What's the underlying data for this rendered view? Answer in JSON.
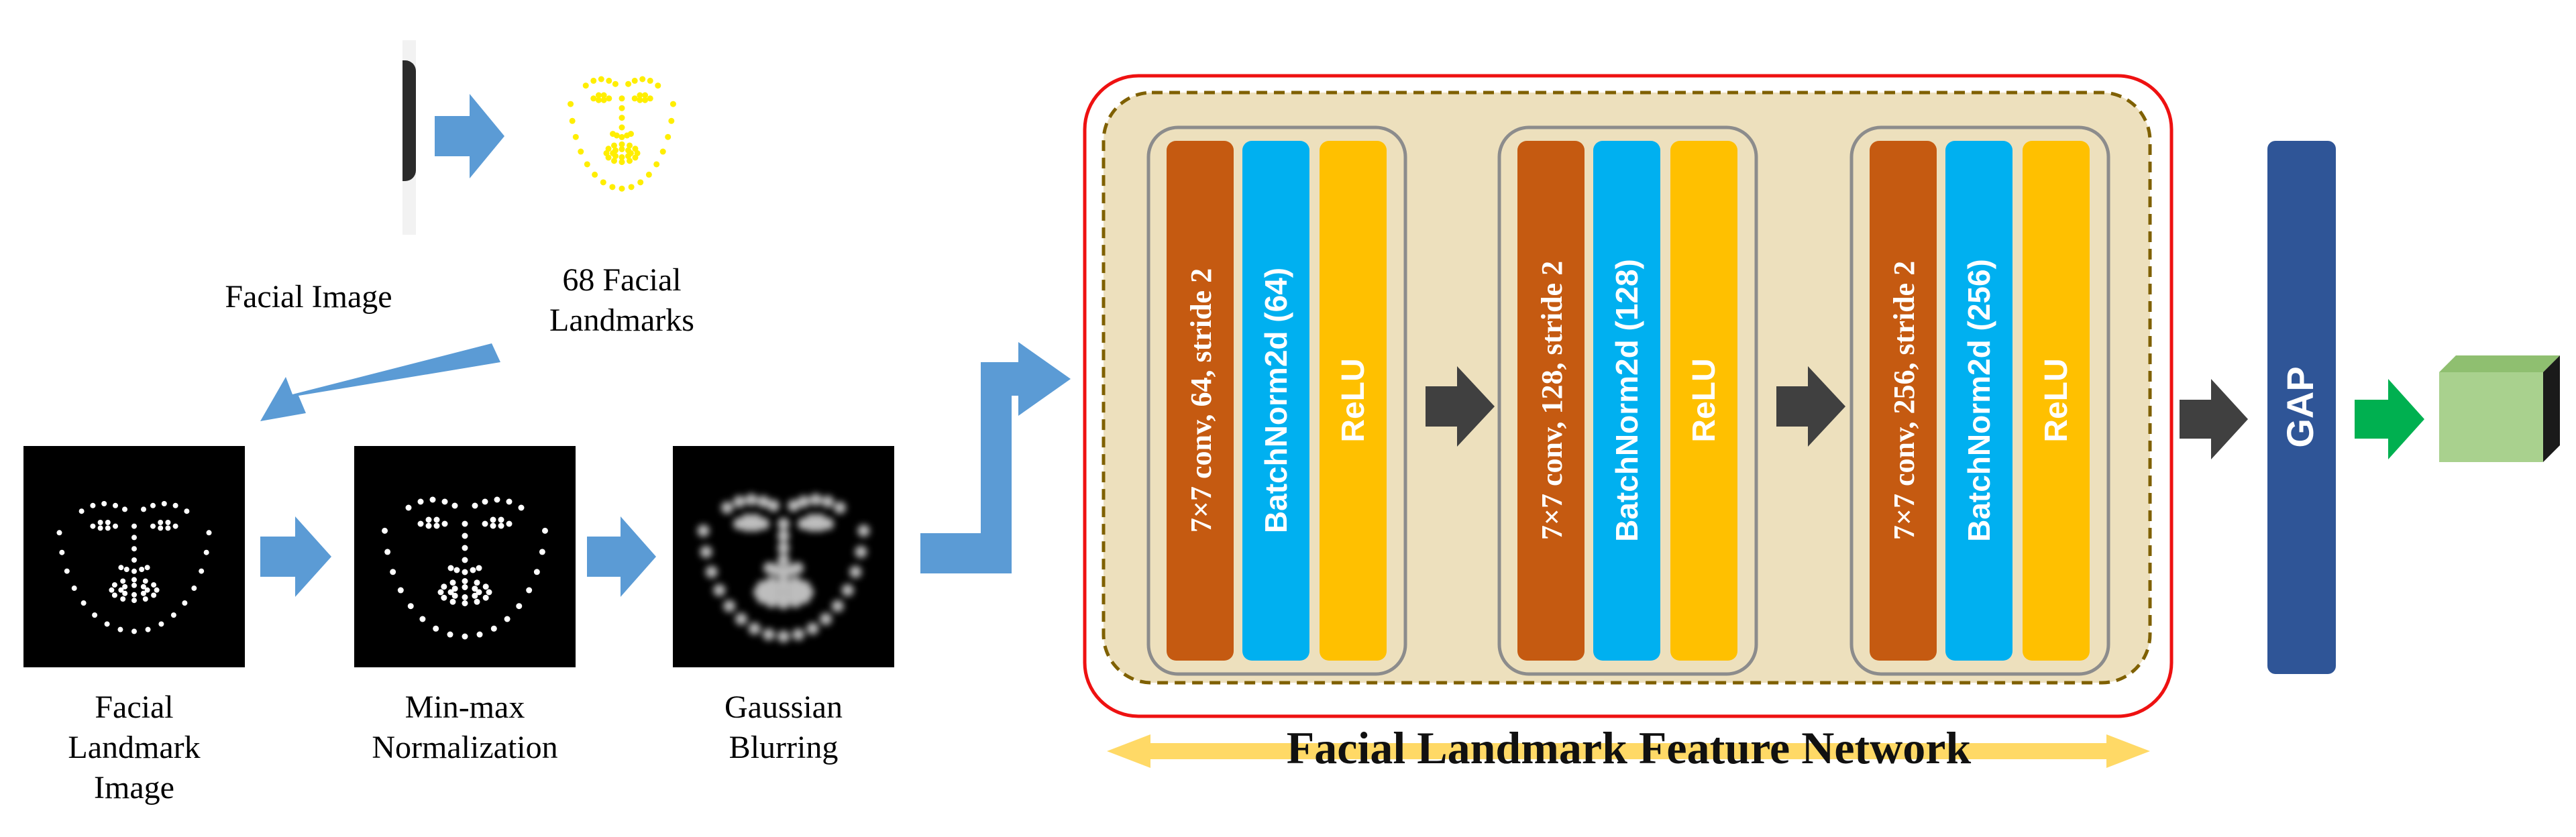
{
  "pipeline": {
    "facial_image_label": "Facial Image",
    "landmarks_label": [
      "68 Facial",
      "Landmarks"
    ],
    "landmark_image_label": [
      "Facial",
      "Landmark",
      "Image"
    ],
    "minmax_label": [
      "Min-max",
      "Normalization"
    ],
    "gaussian_label": [
      "Gaussian",
      "Blurring"
    ]
  },
  "network": {
    "title": "Facial Landmark Feature Network",
    "blocks": [
      {
        "conv": "7×7 conv, 64, stride 2",
        "bn": "BatchNorm2d (64)",
        "act": "ReLU"
      },
      {
        "conv": "7×7 conv, 128, stride 2",
        "bn": "BatchNorm2d (128)",
        "act": "ReLU"
      },
      {
        "conv": "7×7 conv, 256, stride 2",
        "bn": "BatchNorm2d (256)",
        "act": "ReLU"
      }
    ],
    "gap_label": "GAP"
  },
  "colors": {
    "conv": "#c55a11",
    "batchnorm": "#00b0f0",
    "relu": "#ffc000",
    "gap": "#2f5597",
    "outer_border": "#ee1111",
    "inner_fill": "#ede0bd",
    "inner_border": "#7f6000",
    "blue_arrow": "#5b9bd5",
    "dark_arrow": "#404040",
    "green_arrow": "#00b050",
    "cube_front": "#a9d18e",
    "title_arrow": "#ffd966",
    "face_skin": "#c99a7f",
    "landmark_dot": "#ffee00"
  }
}
